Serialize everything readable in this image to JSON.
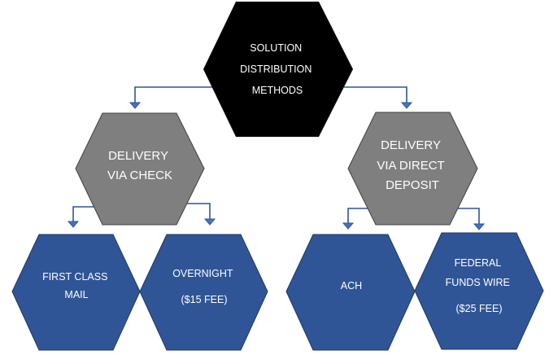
{
  "colors": {
    "root": "#000000",
    "category": "#7f7f7f",
    "leaf": "#2f5597",
    "connector": "#2f5597",
    "text": "#ffffff"
  },
  "root": {
    "lines": [
      "SOLUTION",
      "DISTRIBUTION",
      "METHODS"
    ]
  },
  "categories": [
    {
      "lines": [
        "DELIVERY",
        "VIA CHECK"
      ],
      "children": [
        {
          "lines": [
            "FIRST CLASS",
            "MAIL"
          ]
        },
        {
          "lines": [
            "OVERNIGHT",
            "($15 FEE)"
          ]
        }
      ]
    },
    {
      "lines": [
        "DELIVERY",
        "VIA DIRECT",
        "DEPOSIT"
      ],
      "children": [
        {
          "lines": [
            "ACH"
          ]
        },
        {
          "lines": [
            "FEDERAL",
            "FUNDS WIRE",
            "($25 FEE)"
          ]
        }
      ]
    }
  ]
}
